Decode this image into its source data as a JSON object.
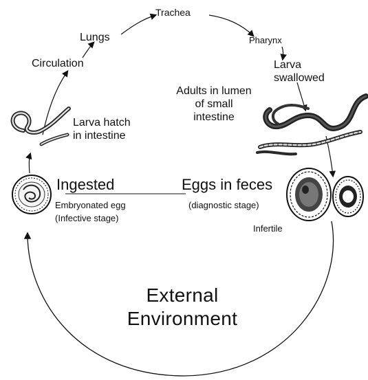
{
  "labels": {
    "trachea": "Trachea",
    "lungs": "Lungs",
    "pharynx": "Pharynx",
    "circulation": "Circulation",
    "larva_swallowed_1": "Larva",
    "larva_swallowed_2": "swallowed",
    "adults_1": "Adults in lumen",
    "adults_2": "of small",
    "adults_3": "intestine",
    "larva_hatch_1": "Larva hatch",
    "larva_hatch_2": "in intestine",
    "ingested": "Ingested",
    "eggs_in_feces": "Eggs in feces",
    "embryonated_1": "Embryonated egg",
    "embryonated_2": "(Infective stage)",
    "diagnostic": "(diagnostic stage)",
    "infertile": "Infertile",
    "external_1": "External",
    "external_2": "Environment"
  },
  "colors": {
    "ink": "#111111",
    "worm_dark": "#2a2a2a",
    "worm_light": "#e8e8e8"
  }
}
